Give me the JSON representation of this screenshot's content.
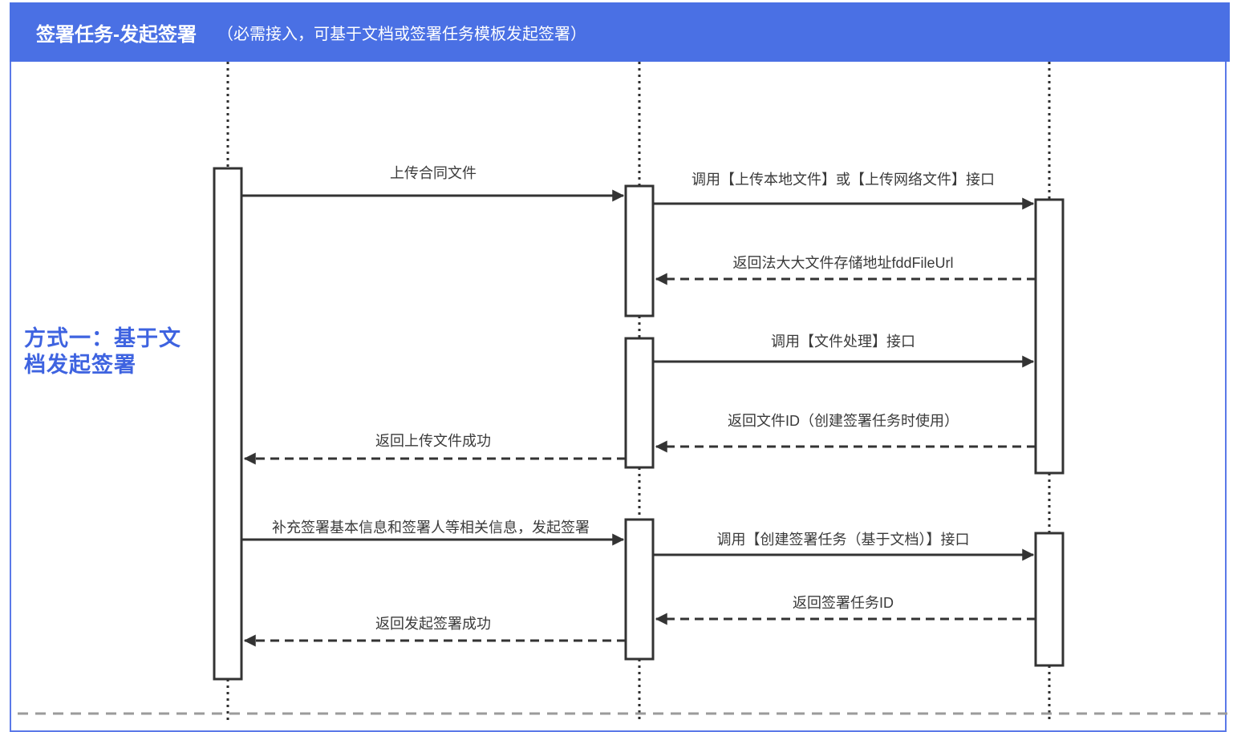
{
  "header": {
    "title": "签署任务-发起签署",
    "subtitle": "（必需接入，可基于文档或签署任务模板发起签署）",
    "bg_color": "#4A70E4",
    "text_color": "#FFFFFF"
  },
  "side_label": {
    "full_text": "方式一：基于文档发起签署",
    "line1": "方式一：基于文",
    "line2": "档发起签署",
    "color": "#3E63E0"
  },
  "diagram": {
    "type": "sequence",
    "lifeline_count": 3,
    "messages": [
      {
        "label": "上传合同文件",
        "direction": "lifeline1-to-lifeline2",
        "line": "solid"
      },
      {
        "label": "调用【上传本地文件】或【上传网络文件】接口",
        "direction": "lifeline2-to-lifeline3",
        "line": "solid"
      },
      {
        "label": "返回法大大文件存储地址fddFileUrl",
        "direction": "lifeline3-to-lifeline2",
        "line": "dashed"
      },
      {
        "label": "调用【文件处理】接口",
        "direction": "lifeline2-to-lifeline3",
        "line": "solid"
      },
      {
        "label": "返回文件ID（创建签署任务时使用）",
        "direction": "lifeline3-to-lifeline2",
        "line": "dashed"
      },
      {
        "label": "返回上传文件成功",
        "direction": "lifeline2-to-lifeline1",
        "line": "dashed"
      },
      {
        "label": "补充签署基本信息和签署人等相关信息，发起签署",
        "direction": "lifeline1-to-lifeline2",
        "line": "solid"
      },
      {
        "label": "调用【创建签署任务（基于文档）】接口",
        "direction": "lifeline2-to-lifeline3",
        "line": "solid"
      },
      {
        "label": "返回签署任务ID",
        "direction": "lifeline3-to-lifeline2",
        "line": "dashed"
      },
      {
        "label": "返回发起签署成功",
        "direction": "lifeline2-to-lifeline1",
        "line": "dashed"
      }
    ]
  },
  "colors": {
    "accent_blue": "#4A70E4",
    "frame_border": "#5B79E8",
    "diagram_line": "#333333",
    "label_text": "#3A3A3A",
    "separator_gray": "#9B9B9B"
  }
}
